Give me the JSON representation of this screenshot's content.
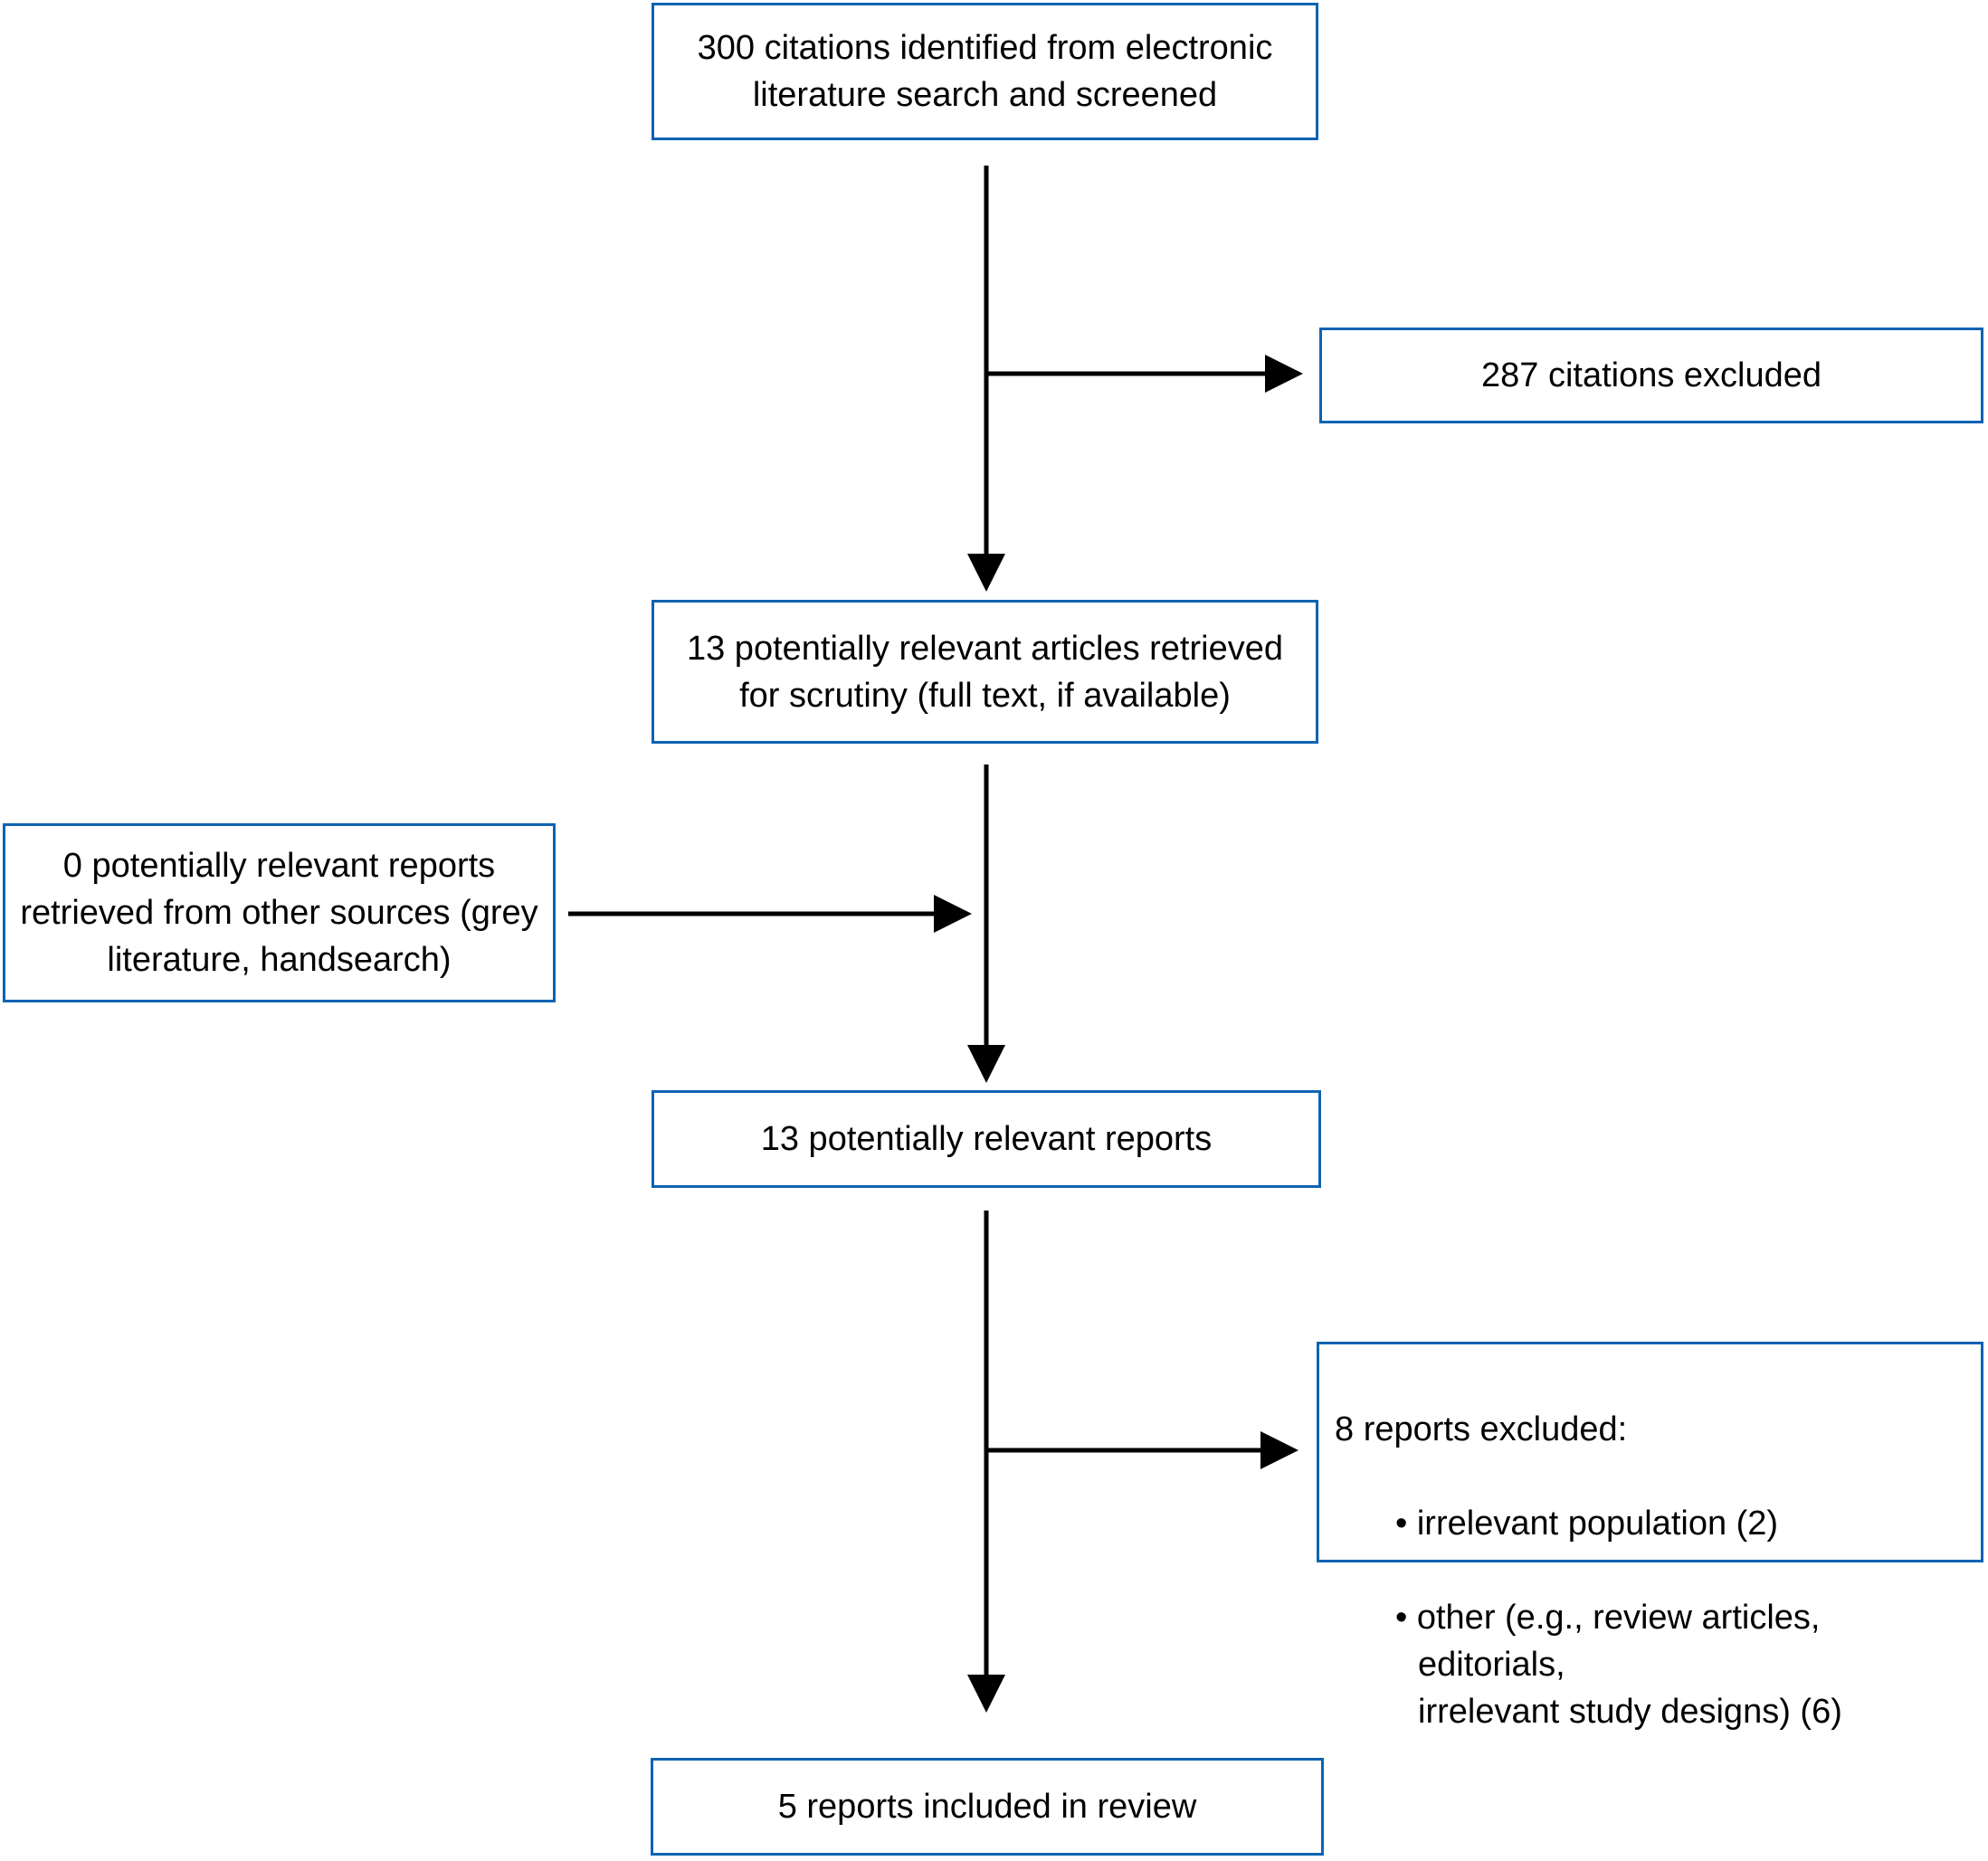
{
  "figure": {
    "type": "flowchart",
    "description": "Study selection flow diagram",
    "accent_color": "#0d63b2",
    "line_color": "#000000",
    "boxes": {
      "identified": "300 citations identified from electronic\nliterature search and screened",
      "excluded_citations": "287 citations excluded",
      "retrieved": "13 potentially relevant articles retrieved\nfor scrutiny (full text, if available)",
      "other_sources": "0 potentially relevant reports\nretrieved from other sources (grey\nliterature, handsearch)",
      "relevant_reports": "13 potentially relevant reports",
      "excluded_reports_title": "8 reports excluded:",
      "excluded_reports_bullets": [
        "• irrelevant population (2)",
        "• other (e.g., review articles, editorials,\nirrelevant study designs) (6)"
      ],
      "included": "5 reports included in review"
    }
  }
}
